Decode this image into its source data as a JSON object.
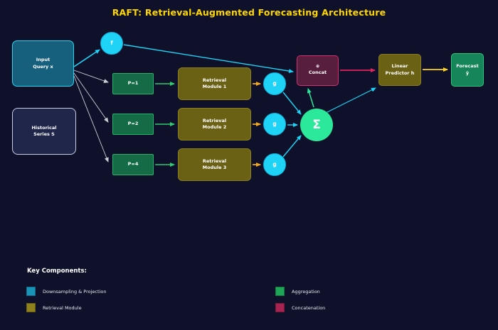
{
  "title": "RAFT: Retrieval-Augmented Forecasting Architecture",
  "colors": {
    "background": "#0e1129",
    "title_yellow": "#ffd700",
    "cyan_accent": "#1fd3f7",
    "input_fill": "#16607e",
    "historical_fill": "#20264a",
    "downsample_green_fill": "#156b45",
    "retrieval_olive_fill": "#6b6114",
    "concat_fill": "#571e3d",
    "concat_border": "#d62e6e",
    "aggregation_green": "#2ce89a",
    "forecast_fill": "#17855a",
    "gray_arrow": "#c9ced6",
    "green_arrow": "#2ecc71",
    "amber_arrow": "#f0a81f",
    "yellow_arrow": "#ffd21f",
    "crimson_arrow": "#e0245e"
  },
  "nodes": {
    "input": {
      "label": "Input\nQuery x"
    },
    "historical": {
      "label": "Historical\nSeries S"
    },
    "f": {
      "label": "f"
    },
    "p1": {
      "label": "P=1"
    },
    "p2": {
      "label": "P=2"
    },
    "p4": {
      "label": "P=4"
    },
    "rm1": {
      "label": "Retrieval\nModule 1"
    },
    "rm2": {
      "label": "Retrieval\nModule 2"
    },
    "rm3": {
      "label": "Retrieval\nModule 3"
    },
    "g1": {
      "label": "g"
    },
    "g2": {
      "label": "g"
    },
    "g3": {
      "label": "g"
    },
    "sigma": {
      "label": "Σ"
    },
    "concat": {
      "symbol": "⊕",
      "label": "Concat"
    },
    "predictor": {
      "label": "Linear\nPredictor h"
    },
    "forecast": {
      "label": "Forecast\nŷ"
    }
  },
  "legend": {
    "heading": "Key Components:",
    "items": [
      {
        "label": "Downsampling & Projection",
        "color": "#1a93b8"
      },
      {
        "label": "Retrieval Module",
        "color": "#8f811c"
      },
      {
        "label": "Aggregation",
        "color": "#1ea558"
      },
      {
        "label": "Concatenation",
        "color": "#a8234f"
      }
    ]
  }
}
